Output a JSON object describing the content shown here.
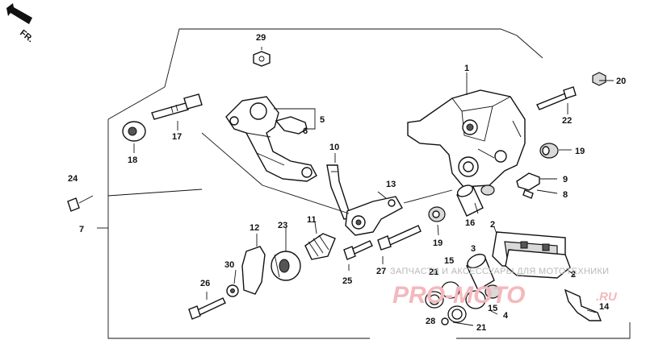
{
  "direction_marker": {
    "text": "FR.",
    "icon": "front-arrow-icon"
  },
  "watermark": {
    "caption": "ЗАПЧАСТИ И АКСЕССУАРЫ ДЛЯ МОТОТЕХНИКИ",
    "logo_text": "PRO-MOTO",
    "logo_domain": ".RU",
    "color": "#f4b8bc"
  },
  "callouts": [
    {
      "id": "c1",
      "text": "1"
    },
    {
      "id": "c2",
      "text": "2"
    },
    {
      "id": "c2b",
      "text": "2"
    },
    {
      "id": "c3",
      "text": "3"
    },
    {
      "id": "c4",
      "text": "4"
    },
    {
      "id": "c5",
      "text": "5"
    },
    {
      "id": "c6",
      "text": "6"
    },
    {
      "id": "c7",
      "text": "7"
    },
    {
      "id": "c8",
      "text": "8"
    },
    {
      "id": "c9",
      "text": "9"
    },
    {
      "id": "c10",
      "text": "10"
    },
    {
      "id": "c11",
      "text": "11"
    },
    {
      "id": "c12",
      "text": "12"
    },
    {
      "id": "c13",
      "text": "13"
    },
    {
      "id": "c14",
      "text": "14"
    },
    {
      "id": "c15",
      "text": "15"
    },
    {
      "id": "c15b",
      "text": "15"
    },
    {
      "id": "c16",
      "text": "16"
    },
    {
      "id": "c17",
      "text": "17"
    },
    {
      "id": "c18",
      "text": "18"
    },
    {
      "id": "c19",
      "text": "19"
    },
    {
      "id": "c19b",
      "text": "19"
    },
    {
      "id": "c20",
      "text": "20"
    },
    {
      "id": "c21",
      "text": "21"
    },
    {
      "id": "c21b",
      "text": "21"
    },
    {
      "id": "c22",
      "text": "22"
    },
    {
      "id": "c23",
      "text": "23"
    },
    {
      "id": "c24",
      "text": "24"
    },
    {
      "id": "c25",
      "text": "25"
    },
    {
      "id": "c26",
      "text": "26"
    },
    {
      "id": "c27",
      "text": "27"
    },
    {
      "id": "c28",
      "text": "28"
    },
    {
      "id": "c29",
      "text": "29"
    },
    {
      "id": "c30",
      "text": "30"
    }
  ]
}
